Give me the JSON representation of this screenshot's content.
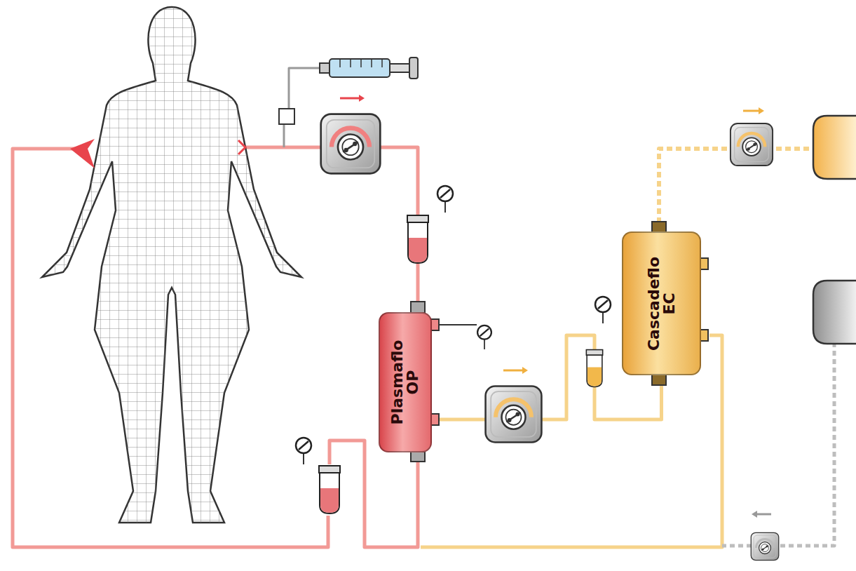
{
  "diagram": {
    "nodes": [
      {
        "text": [
          "Plasmaflo OP"
        ]
      },
      {
        "text": [
          "Cascadeflo EC"
        ]
      }
    ],
    "edges": [
      {
        "from": 0,
        "to": 1,
        "arrow": "none"
      }
    ]
  }
}
